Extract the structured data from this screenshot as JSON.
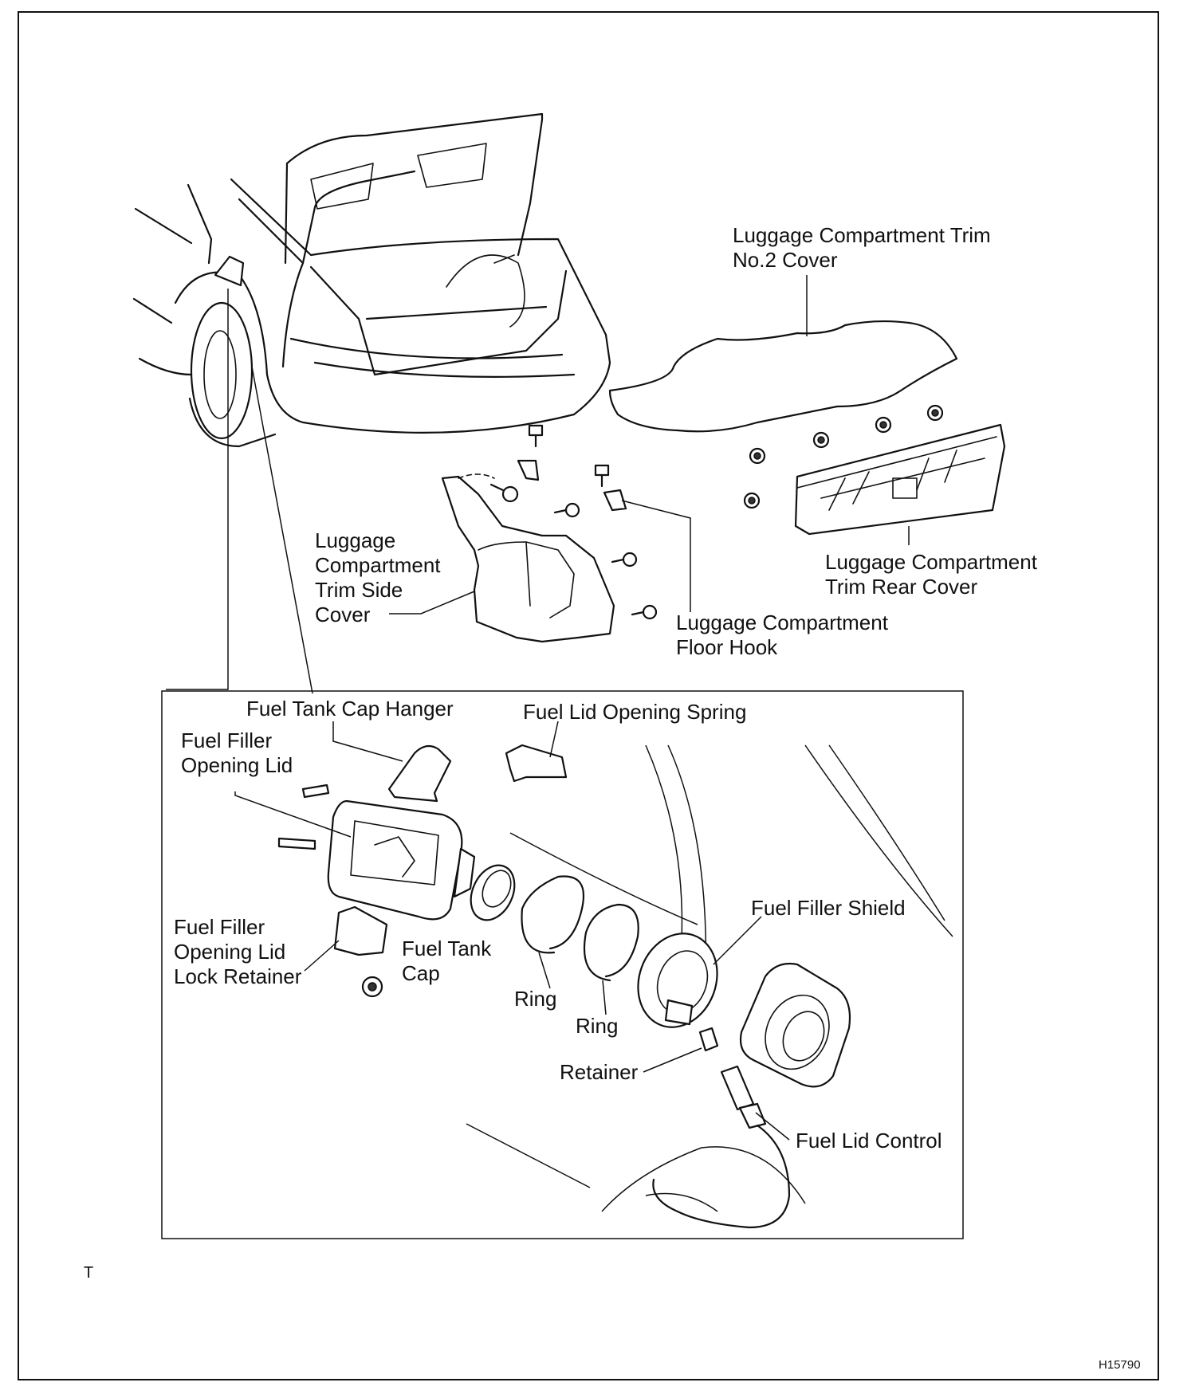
{
  "labels": {
    "trim_no2_cover": "Luggage Compartment Trim\nNo.2 Cover",
    "trim_side_cover": "Luggage\nCompartment\nTrim Side\nCover",
    "trim_rear_cover": "Luggage Compartment\nTrim Rear Cover",
    "floor_hook": "Luggage Compartment\nFloor Hook",
    "fuel_tank_cap_hanger": "Fuel Tank Cap Hanger",
    "fuel_lid_opening_spring": "Fuel Lid Opening Spring",
    "fuel_filler_opening_lid": "Fuel Filler\nOpening Lid",
    "fuel_filler_shield": "Fuel Filler Shield",
    "lock_retainer": "Fuel Filler\nOpening Lid\nLock Retainer",
    "fuel_tank_cap": "Fuel Tank\nCap",
    "ring_1": "Ring",
    "ring_2": "Ring",
    "retainer": "Retainer",
    "fuel_lid_control": "Fuel Lid Control"
  },
  "corner_mark": "T",
  "figure_code": "H15790"
}
